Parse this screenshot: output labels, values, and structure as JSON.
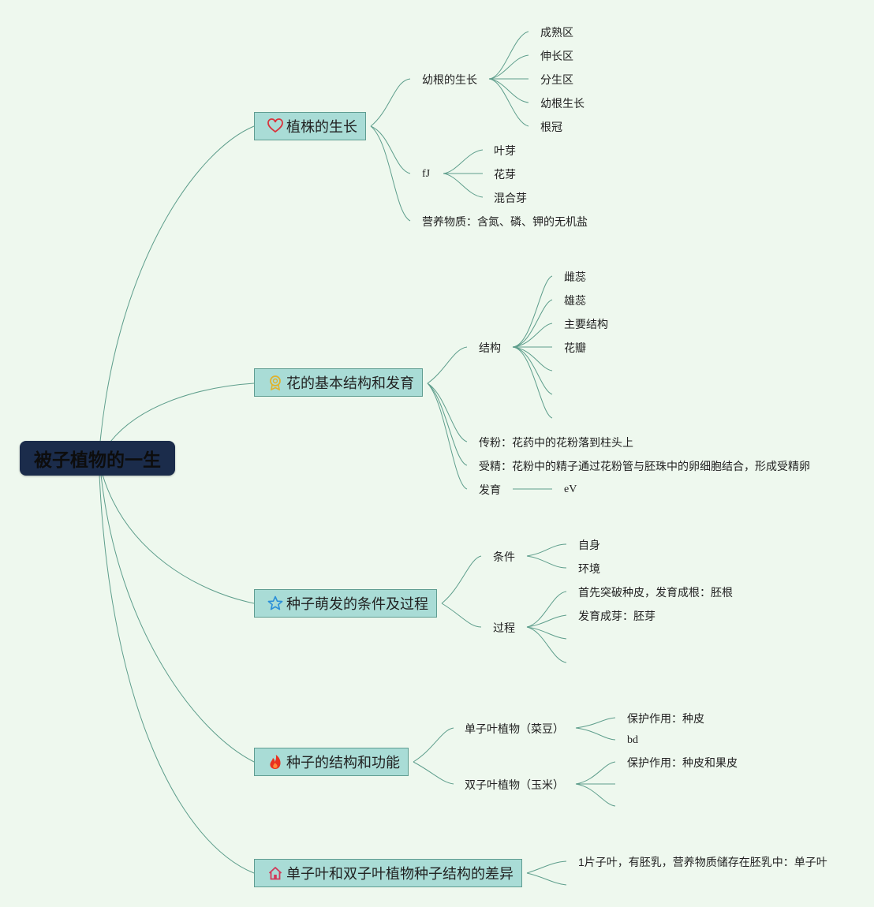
{
  "root": {
    "label": "被子植物的一生"
  },
  "branches": {
    "plant_growth": {
      "label": "植株的生长",
      "icon": "heart-icon",
      "radicle": {
        "label": "幼根的生长",
        "items": [
          "成熟区",
          "伸长区",
          "分生区",
          "幼根生长",
          "根冠"
        ]
      },
      "bud": {
        "label": "fJ",
        "items": [
          "叶芽",
          "花芽",
          "混合芽"
        ]
      },
      "nutrients": "营养物质：含氮、磷、钾的无机盐"
    },
    "flower": {
      "label": "花的基本结构和发育",
      "icon": "badge-icon",
      "structure": {
        "label": "结构",
        "items": [
          "雌蕊",
          "雄蕊",
          "主要结构",
          "花瓣"
        ]
      },
      "pollination": "传粉：花药中的花粉落到柱头上",
      "fertilization": "受精：花粉中的精子通过花粉管与胚珠中的卵细胞结合，形成受精卵",
      "development": {
        "label": "发育",
        "child": "eV"
      }
    },
    "germination": {
      "label": "种子萌发的条件及过程",
      "icon": "star-icon",
      "conditions": {
        "label": "条件",
        "items": [
          "自身",
          "环境"
        ]
      },
      "process": {
        "label": "过程",
        "items": [
          "首先突破种皮，发育成根：胚根",
          "发育成芽：胚芽"
        ]
      }
    },
    "seed_structure": {
      "label": "种子的结构和功能",
      "icon": "fire-icon",
      "monocot": {
        "label": "单子叶植物（菜豆）",
        "items": [
          "保护作用：种皮",
          "bd"
        ]
      },
      "dicot": {
        "label": "双子叶植物（玉米）",
        "items": [
          "保护作用：种皮和果皮"
        ]
      }
    },
    "difference": {
      "label": "单子叶和双子叶植物种子结构的差异",
      "icon": "home-icon",
      "items": [
        "1片子叶，有胚乳，营养物质储存在胚乳中：单子叶"
      ]
    }
  },
  "colors": {
    "background": "#eef8ee",
    "root_fill": "#1b2c4b",
    "topic_fill": "#a9dcd6",
    "topic_border": "#5f9d91",
    "edge": "#5e9e8c"
  }
}
